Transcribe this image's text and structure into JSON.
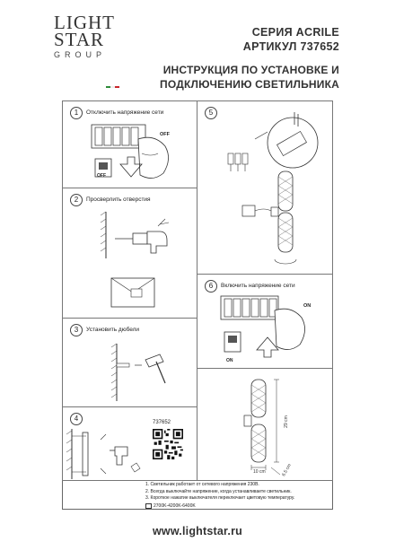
{
  "brand": {
    "logo_line1": "LIGHT",
    "logo_line2": "STAR",
    "logo_line3": "GROUP",
    "flag_colors": [
      "#2e8b3a",
      "#ffffff",
      "#c8262b"
    ]
  },
  "header": {
    "series": "СЕРИЯ ACRILE",
    "article": "АРТИКУЛ 737652",
    "title_line1": "ИНСТРУКЦИЯ ПО УСТАНОВКЕ И",
    "title_line2": "ПОДКЛЮЧЕНИЮ СВЕТИЛЬНИКА"
  },
  "steps": [
    {
      "num": "1",
      "text": "Отключить напряжение сети",
      "switch_label": "OFF",
      "panel_label": "OFF"
    },
    {
      "num": "2",
      "text": "Просверлить отверстия"
    },
    {
      "num": "3",
      "text": "Установить дюбели"
    },
    {
      "num": "4",
      "text": ""
    },
    {
      "num": "5",
      "text": ""
    },
    {
      "num": "6",
      "text": "Включить напряжение сети",
      "switch_label": "ON",
      "panel_label": "ON"
    }
  ],
  "product": {
    "article_number": "737652",
    "dim_height": "29 cm",
    "dim_width": "10 cm",
    "dim_depth": "6.5 cm"
  },
  "notes": {
    "line1": "1. Светильник работает от сетевого напряжения 230В.",
    "line2": "2. Всегда выключайте напряжение, когда устанавливаете светильник.",
    "line3": "3. Короткое нажатие выключателя переключает цветовую температуру.",
    "temp": "2700K-4200K-6400K"
  },
  "footer": {
    "url": "www.lightstar.ru"
  }
}
